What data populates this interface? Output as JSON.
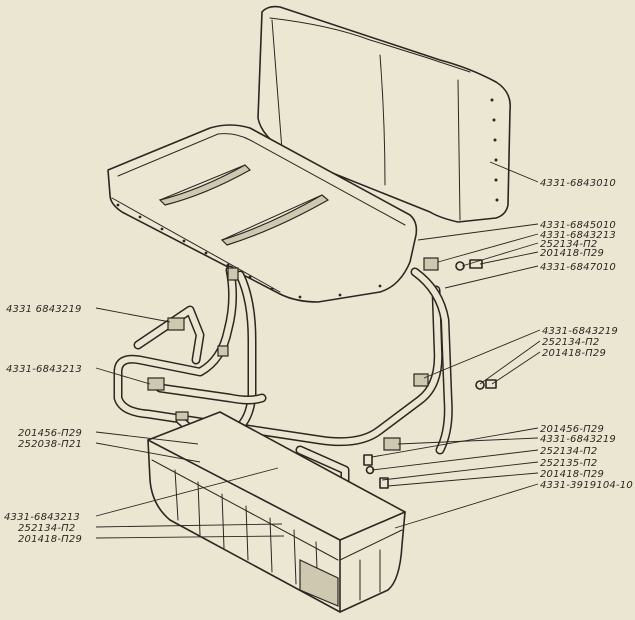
{
  "labels": {
    "backrest": "4331-6843010",
    "seat_cushion": "4331-6845010",
    "bracket_right_top": "4331-6843213",
    "washer_top": "252134-П2",
    "bolt_top": "201418-П29",
    "frame_rail": "4331-6847010",
    "bracket_left_top": "4331 6843219",
    "bracket_right_mid": "4331-6843219",
    "washer_right_mid": "252134-П2",
    "bolt_right_mid": "201418-П29",
    "bracket_left_mid": "4331-6843213",
    "bolt_left_front": "201456-П29",
    "washer_left_front": "252038-П21",
    "bolt_right_low": "201456-П29",
    "bracket_right_low": "4331-6843219",
    "washer_right_low": "252134-П2",
    "washer2_right_low": "252135-П2",
    "bolt2_right_low": "201418-П29",
    "toolbox": "4331-3919104-10",
    "bracket_left_low": "4331-6843213",
    "washer_left_low": "252134-П2",
    "bolt_left_low": "201418-П29"
  }
}
